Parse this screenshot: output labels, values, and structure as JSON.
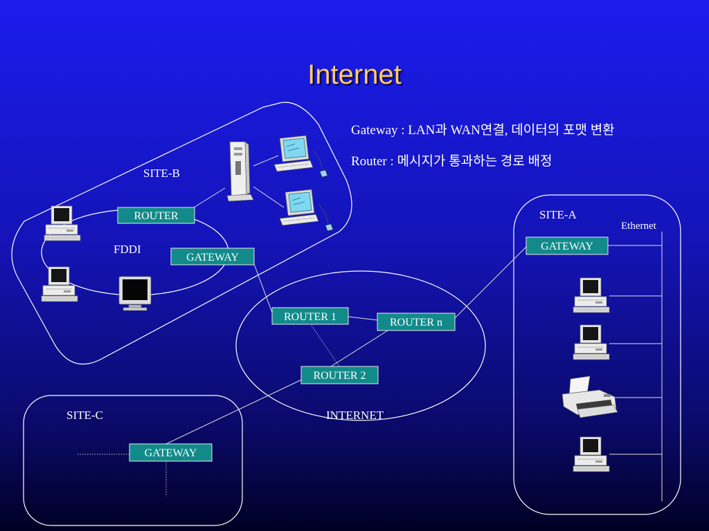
{
  "title": "Internet",
  "notes": {
    "gateway": "Gateway : LAN과 WAN연결, 데이터의 포맷 변환",
    "router": "Router : 메시지가 통과하는 경로 배정"
  },
  "sites": {
    "site_b": {
      "label": "SITE-B",
      "ring_label": "FDDI",
      "router": "ROUTER",
      "gateway": "GATEWAY"
    },
    "site_a": {
      "label": "SITE-A",
      "bus_label": "Ethernet",
      "gateway": "GATEWAY"
    },
    "site_c": {
      "label": "SITE-C",
      "gateway": "GATEWAY"
    },
    "internet": {
      "label": "INTERNET",
      "router_1": "ROUTER 1",
      "router_2": "ROUTER 2",
      "router_n": "ROUTER n"
    }
  },
  "icons": [
    "server-icon",
    "workstation-icon",
    "pc-icon",
    "monitor-icon",
    "printer-icon"
  ],
  "colors": {
    "title": "#ffcc66",
    "box_fill": "#128a8a",
    "background_top": "#1c1cee",
    "background_bottom": "#000024"
  }
}
